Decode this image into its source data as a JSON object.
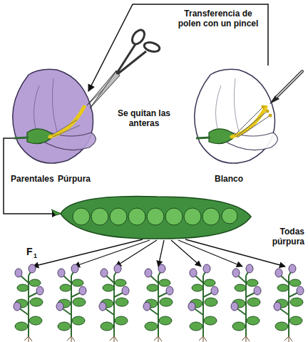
{
  "diagram": {
    "labels": [
      "Transferencia de polen con un pincel",
      "Se quitan las anteras",
      "Parentales",
      "Púrpura",
      "Blanco",
      "F",
      "1",
      "Todas púrpura"
    ]
  }
}
